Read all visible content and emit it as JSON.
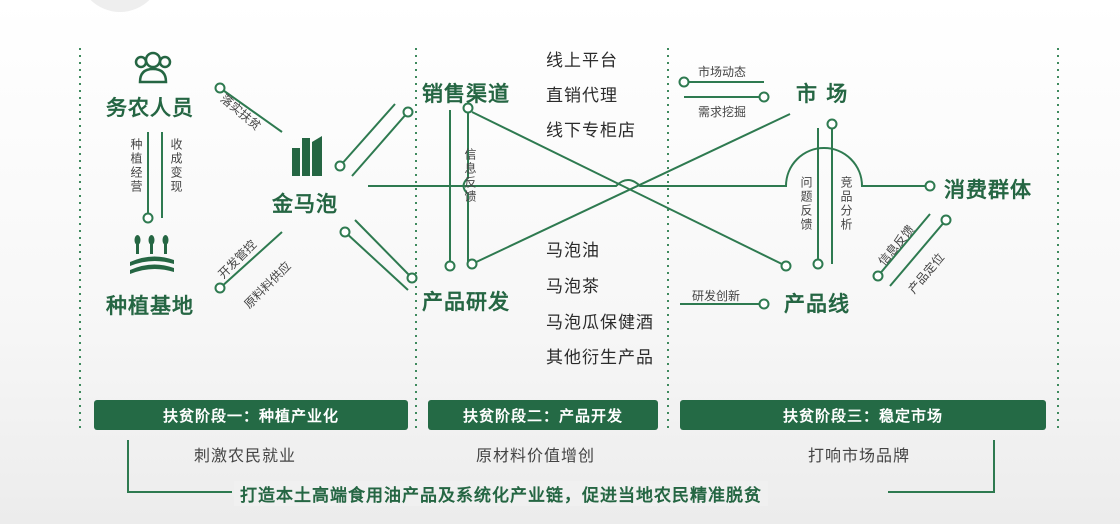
{
  "nodes": {
    "farmers": "务农人员",
    "base": "种植基地",
    "company": "金马泡",
    "sales": "销售渠道",
    "rnd": "产品研发",
    "market": "市 场",
    "line": "产品线",
    "consumers": "消费群体"
  },
  "edge_labels": {
    "poverty": "落实扶贫",
    "dev": "开发管控",
    "supply": "原料料供应",
    "plant": "种植经营",
    "income": "收成变现",
    "feedback": "信息反馈",
    "mkt_trend": "市场动态",
    "demand": "需求挖掘",
    "issue": "问题反馈",
    "competitor": "竞品分析",
    "innovate": "研发创新",
    "info_fb": "信息反馈",
    "positioning": "产品定位"
  },
  "channels": [
    "线上平台",
    "直销代理",
    "线下专柜店"
  ],
  "products": [
    "马泡油",
    "马泡茶",
    "马泡瓜保健酒",
    "其他衍生产品"
  ],
  "stages": [
    {
      "banner": "扶贫阶段一：种植产业化",
      "result": "刺激农民就业"
    },
    {
      "banner": "扶贫阶段二：产品开发",
      "result": "原材料价值增创"
    },
    {
      "banner": "扶贫阶段三：稳定市场",
      "result": "打响市场品牌"
    }
  ],
  "slogan": "打造本土高端食用油产品及系统化产业链，促进当地农民精准脱贫",
  "colors": {
    "primary": "#246a45",
    "text": "#2b2b2b"
  }
}
